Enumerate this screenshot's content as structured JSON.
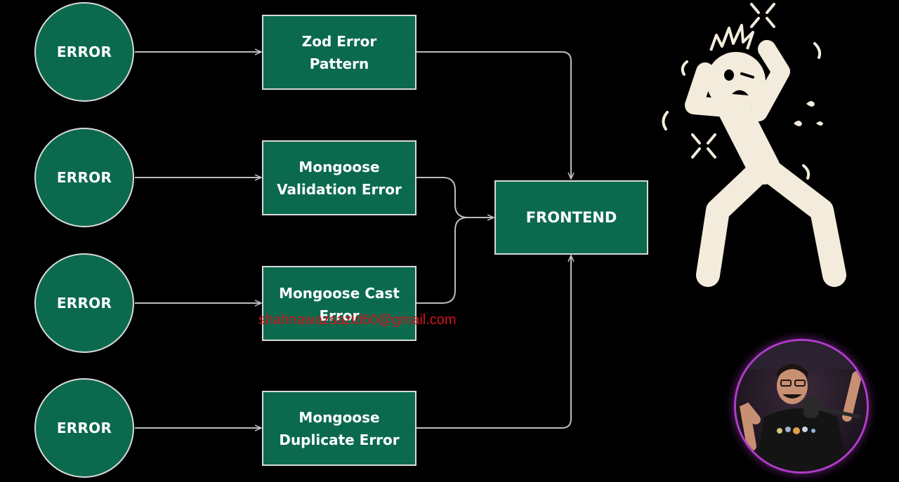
{
  "sources": [
    {
      "label": "ERROR"
    },
    {
      "label": "ERROR"
    },
    {
      "label": "ERROR"
    },
    {
      "label": "ERROR"
    }
  ],
  "handlers": [
    {
      "label": "Zod Error Pattern"
    },
    {
      "label": "Mongoose Validation Error"
    },
    {
      "label": "Mongoose Cast Error"
    },
    {
      "label": "Mongoose Duplicate Error"
    }
  ],
  "target": {
    "label": "FRONTEND"
  },
  "watermark": "shahnawazsazid60@gmail.com",
  "illustration": {
    "name": "frustrated-person-icon",
    "color": "#f3ecdc"
  },
  "presenter": {
    "name": "presenter-webcam"
  },
  "colors": {
    "node_fill": "#0b6a4e",
    "node_border": "#d9d9d9",
    "connector": "#bdbdbd",
    "background": "#000000",
    "watermark": "#d4121a"
  }
}
